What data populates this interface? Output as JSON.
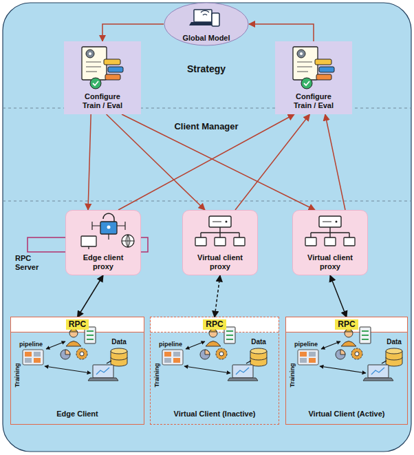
{
  "diagram": {
    "nodes": [
      {
        "text": [
          "Global Model"
        ]
      },
      {
        "text": [
          "Configure Train / Eval"
        ]
      },
      {
        "text": [
          "Configure Train / Eval"
        ]
      },
      {
        "text": [
          "Edge client proxy"
        ]
      },
      {
        "text": [
          "Virtual client proxy"
        ]
      },
      {
        "text": [
          "Virtual client proxy"
        ]
      },
      {
        "text": [
          "Edge Client"
        ]
      },
      {
        "text": [
          "RPC"
        ],
        "in": 6
      },
      {
        "text": [
          "Virtual Client (Inactive)"
        ]
      },
      {
        "text": [
          "RPC"
        ],
        "in": 8
      },
      {
        "text": [
          "Virtual Client (Active)"
        ]
      },
      {
        "text": [
          "RPC"
        ],
        "in": 10
      }
    ],
    "edges": [
      {
        "from": 0,
        "to": 1,
        "arrow": "to"
      },
      {
        "from": 2,
        "to": 0,
        "arrow": "to"
      },
      {
        "from": 1,
        "to": 3,
        "arrow": "to"
      },
      {
        "from": 1,
        "to": 4,
        "arrow": "to"
      },
      {
        "from": 1,
        "to": 5,
        "arrow": "to"
      },
      {
        "from": 3,
        "to": 2,
        "arrow": "to"
      },
      {
        "from": 4,
        "to": 2,
        "arrow": "to"
      },
      {
        "from": 5,
        "to": 2,
        "arrow": "to"
      },
      {
        "from": 3,
        "to": 7,
        "arrow": "both"
      },
      {
        "from": 4,
        "to": 9,
        "arrow": "both"
      },
      {
        "from": 5,
        "to": 11,
        "arrow": "both"
      }
    ],
    "labels": [
      "Strategy",
      "Client Manager",
      "RPC Server",
      "pipeline",
      "Training",
      "Data",
      "pipeline",
      "Training",
      "Data",
      "pipeline",
      "Training",
      "Data"
    ]
  }
}
